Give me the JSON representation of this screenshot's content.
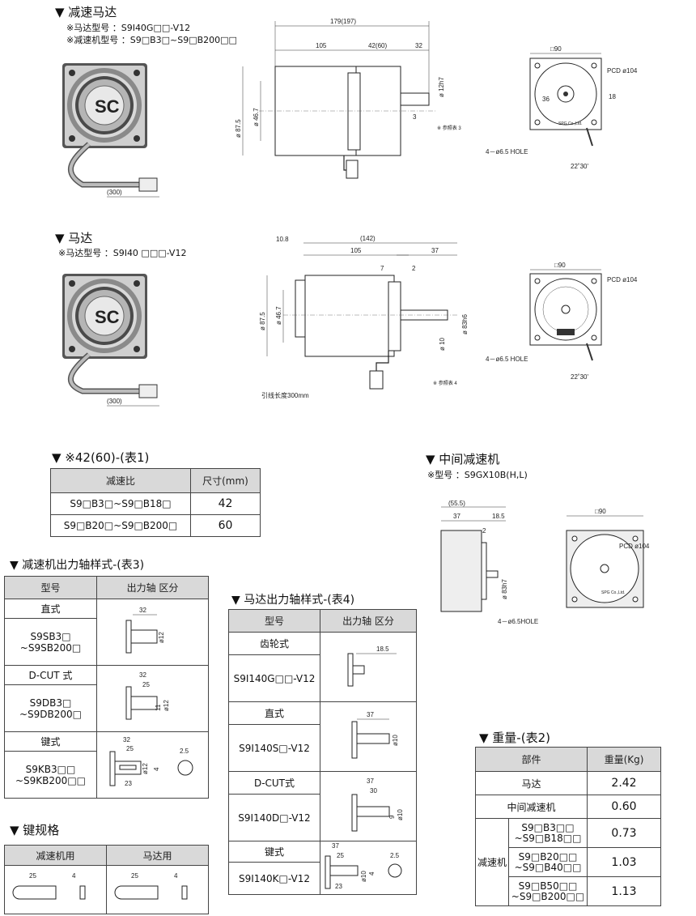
{
  "sections": {
    "gear_motor": {
      "title": "▼ 减速马达",
      "motor_model": "※马达型号 ：S9I40G□□-V12",
      "gearbox_model": "※减速机型号 ：S9□B3□~S9□B200□□"
    },
    "motor": {
      "title": "▼ 马达",
      "motor_model": "※马达型号 ：S9I40 □□□-V12"
    },
    "table1": {
      "title": "▼ ※42(60)-(表1)",
      "headers": [
        "减速比",
        "尺寸(mm)"
      ],
      "rows": [
        [
          "S9□B3□~S9□B18□",
          "42"
        ],
        [
          "S9□B20□~S9□B200□",
          "60"
        ]
      ]
    },
    "intermediate": {
      "title": "▼ 中间减速机",
      "model": "※型号 ：S9GX10B(H,L)"
    },
    "table3": {
      "title": "▼ 减速机出力轴样式-(表3)",
      "headers": [
        "型号",
        "出力轴 区分"
      ],
      "groups": [
        {
          "type": "直式",
          "model": "S9SB3□\n~S9SB200□"
        },
        {
          "type": "D-CUT 式",
          "model": "S9DB3□\n~S9DB200□"
        },
        {
          "type": "键式",
          "model": "S9KB3□□\n~S9KB200□□"
        }
      ]
    },
    "table4": {
      "title": "▼ 马达出力轴样式-(表4)",
      "headers": [
        "型号",
        "出力轴 区分"
      ],
      "groups": [
        {
          "type": "齿轮式",
          "model": "S9I140G□□-V12"
        },
        {
          "type": "直式",
          "model": "S9I140S□-V12"
        },
        {
          "type": "D-CUT式",
          "model": "S9I140D□-V12"
        },
        {
          "type": "键式",
          "model": "S9I140K□-V12"
        }
      ]
    },
    "table2": {
      "title": "▼ 重量-(表2)",
      "headers": [
        "部件",
        "重量(Kg)"
      ],
      "rows": [
        {
          "part": "马达",
          "weight": "2.42"
        },
        {
          "part": "中间减速机",
          "weight": "0.60"
        }
      ],
      "group_label": "减速机",
      "group_rows": [
        {
          "model": "S9□B3□□\n~S9□B18□□",
          "weight": "0.73"
        },
        {
          "model": "S9□B20□□\n~S9□B40□□",
          "weight": "1.03"
        },
        {
          "model": "S9□B50□□\n~S9□B200□□",
          "weight": "1.13"
        }
      ]
    },
    "keyspec": {
      "title": "▼ 键规格",
      "headers": [
        "减速机用",
        "马达用"
      ]
    }
  },
  "dims": {
    "gm_total": "179(197)",
    "gm_105": "105",
    "gm_4260": "42(60)",
    "gm_32": "32",
    "gm_875": "ø 87.5",
    "gm_467": "ø 46.7",
    "gm_shaft": "ø 12h7",
    "gm_3": "3",
    "gm_ref3": "※ 参照表 3",
    "gm_sq": "□90",
    "gm_pcd": "PCD ø104",
    "gm_36": "36",
    "gm_18": "18",
    "gm_hole": "4－ø6.5 HOLE",
    "gm_22": "22˚30'",
    "gm_300": "(300)",
    "gm_brand": "SPG Co.,Ltd.",
    "m_108": "10.8",
    "m_142": "(142)",
    "m_105": "105",
    "m_37": "37",
    "m_7": "7",
    "m_2": "2",
    "m_875": "ø 87.5",
    "m_467": "ø 46.7",
    "m_shaft": "ø 10",
    "m_83": "ø 83h6",
    "m_ref4": "※ 参照表 4",
    "m_sq": "□90",
    "m_pcd": "PCD ø104",
    "m_hole": "4－ø6.5 HOLE",
    "m_22": "22˚30'",
    "m_300": "(300)",
    "m_lead": "引线长度300mm",
    "i_555": "(55.5)",
    "i_37": "37",
    "i_185": "18.5",
    "i_2": "2",
    "i_83": "ø 83h7",
    "i_sq": "□90",
    "i_pcd": "PCD ø104",
    "i_hole": "4－ø6.5HOLE",
    "i_brand": "SPG Co.,Ltd.",
    "t3_32": "32",
    "t3_12": "ø12",
    "t3_25": "25",
    "t3_11": "11",
    "t3_23": "23",
    "t3_4": "4",
    "t3_25k": "2.5",
    "t4_185": "18.5",
    "t4_37": "37",
    "t4_10": "ø10",
    "t4_30": "30",
    "t4_9": "9",
    "t4_25": "25",
    "t4_23": "23",
    "t4_4": "4",
    "t4_25k": "2.5",
    "k_25": "25",
    "k_4": "4"
  }
}
